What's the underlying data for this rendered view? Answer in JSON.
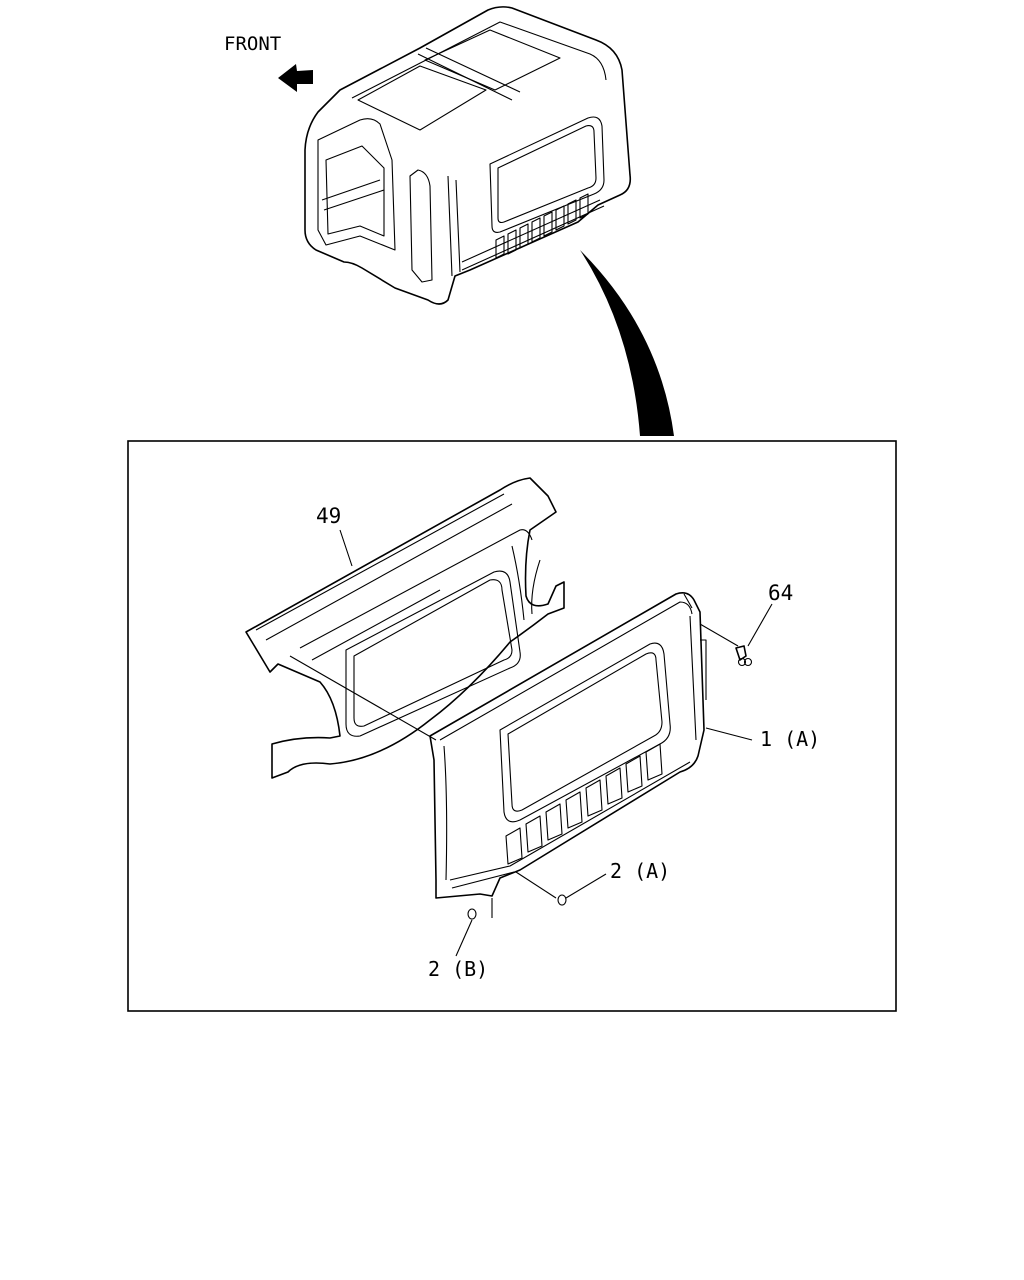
{
  "labels": {
    "front": "FRONT",
    "part_49": "49",
    "part_64": "64",
    "part_1a": "1 (A)",
    "part_2a": "2 (A)",
    "part_2b": "2 (B)"
  },
  "colors": {
    "line": "#000000",
    "background": "#ffffff"
  },
  "icons": {
    "direction": "front-arrow-icon"
  }
}
